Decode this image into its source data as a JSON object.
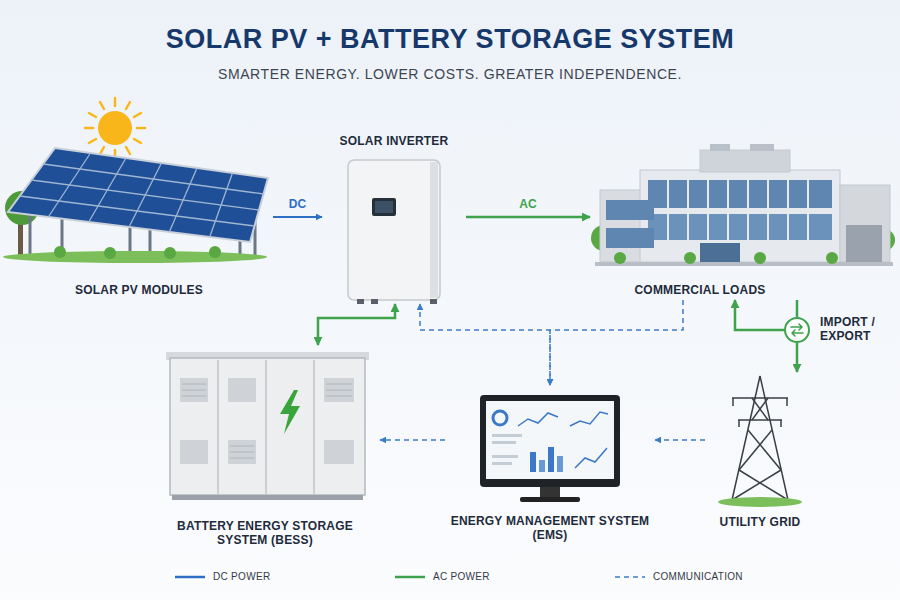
{
  "diagram": {
    "title": "SOLAR PV + BATTERY STORAGE SYSTEM",
    "nodes": [
      {
        "text": [
          "SOLAR PV MODULES"
        ]
      },
      {
        "text": [
          "SOLAR INVERTER"
        ]
      },
      {
        "text": [
          "COMMERCIAL LOADS"
        ]
      },
      {
        "text": [
          "IMPORT / EXPORT"
        ]
      },
      {
        "text": [
          "BATTERY ENERGY STORAGE SYSTEM (BESS)"
        ]
      },
      {
        "text": [
          "ENERGY MANAGEMENT SYSTEM (EMS)"
        ]
      },
      {
        "text": [
          "UTILITY GRID"
        ]
      }
    ],
    "edges": [
      {
        "from": 0,
        "to": 1,
        "arrow": "to",
        "label": "DC"
      },
      {
        "from": 1,
        "to": 2,
        "arrow": "to",
        "label": "AC"
      },
      {
        "from": 1,
        "to": 4,
        "arrow": "both"
      },
      {
        "from": 3,
        "to": 2,
        "arrow": "to"
      },
      {
        "from": 2,
        "to": 3,
        "arrow": "none"
      },
      {
        "from": 3,
        "to": 6,
        "arrow": "to"
      },
      {
        "from": 5,
        "to": 1,
        "arrow": "both"
      },
      {
        "from": 2,
        "to": 5,
        "arrow": "to"
      },
      {
        "from": 5,
        "to": 4,
        "arrow": "to"
      },
      {
        "from": 6,
        "to": 5,
        "arrow": "to"
      }
    ],
    "labels": [
      "SMARTER ENERGY. LOWER COSTS. GREATER INDEPENDENCE."
    ],
    "legend": [
      {
        "text": "DC POWER"
      },
      {
        "text": "AC POWER"
      },
      {
        "text": "COMMUNICATION"
      }
    ]
  }
}
